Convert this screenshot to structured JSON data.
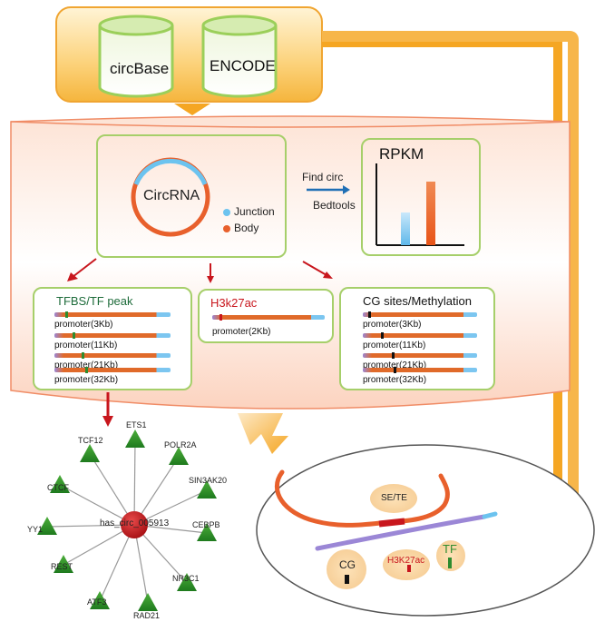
{
  "sources": {
    "db1": "circBase",
    "db2": "ENCODE"
  },
  "circ": {
    "center": "CircRNA",
    "legend_junction": "Junction",
    "legend_body": "Body"
  },
  "method": {
    "line1": "Find circ",
    "line2": "Bedtools"
  },
  "rpkm": {
    "title": "RPKM"
  },
  "tfbs": {
    "title": "TFBS/TF peak",
    "promoters": [
      "promoter(3Kb)",
      "promoter(11Kb)",
      "promoter(21Kb)",
      "promoter(32Kb)"
    ]
  },
  "h3k27": {
    "title": "H3k27ac",
    "promoter": "promoter(2Kb)"
  },
  "cg": {
    "title": "CG sites/Methylation",
    "promoters": [
      "promoter(3Kb)",
      "promoter(11Kb)",
      "promoter(21Kb)",
      "promoter(32Kb)"
    ]
  },
  "network": {
    "hub": "has_circ_005913",
    "nodes": [
      "TCF12",
      "ETS1",
      "POLR2A",
      "SIN3AK20",
      "CEBPB",
      "NR3C1",
      "RAD21",
      "ATF3",
      "REST",
      "YY1",
      "CTCF"
    ]
  },
  "cell": {
    "sete": "SE/TE",
    "cg": "CG",
    "h3k27ac": "H3K27ac",
    "tf": "TF"
  },
  "colors": {
    "green": "#a6cf6a",
    "orange": "#f5a623",
    "circ_orange": "#e8602c",
    "junction_blue": "#6cc3ef",
    "hub_red": "#c8161d",
    "tf_green": "#2e8b2e"
  }
}
